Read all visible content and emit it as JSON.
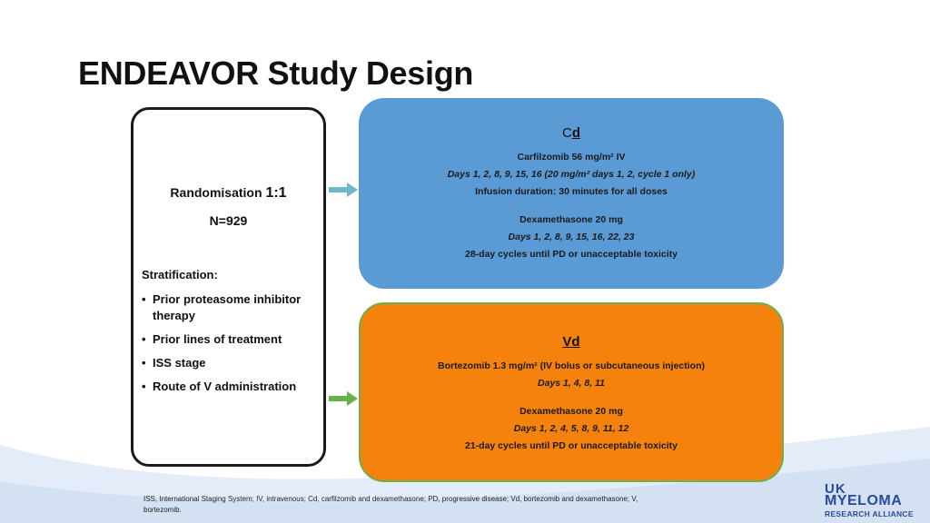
{
  "slide": {
    "title": "ENDEAVOR Study Design"
  },
  "randomisation": {
    "label": "Randomisation",
    "ratio": "1:1",
    "n": "N=929",
    "stratification_label": "Stratification:",
    "stratification_items": [
      "Prior proteasome inhibitor therapy",
      "Prior lines of treatment",
      "ISS stage",
      "Route of V administration"
    ],
    "bullet": "•"
  },
  "arm_cd": {
    "name_prefix": "C",
    "name_suffix": "d",
    "color": "#5b9bd5",
    "lines": [
      "Carfilzomib 56 mg/m² IV",
      "Days 1, 2, 8, 9, 15, 16 (20 mg/m² days 1, 2, cycle 1 only)",
      "Infusion duration: 30 minutes for all doses",
      "Dexamethasone 20 mg",
      "Days 1, 2, 8, 9, 15, 16, 22, 23",
      "28-day cycles until PD or unacceptable toxicity"
    ]
  },
  "arm_vd": {
    "name": "Vd",
    "color": "#f5820d",
    "border_color": "#6ab04c",
    "lines": [
      "Bortezomib 1.3 mg/m² (IV bolus or subcutaneous injection)",
      "Days 1, 4, 8, 11",
      "Dexamethasone 20 mg",
      "Days 1, 2, 4, 5, 8, 9, 11, 12",
      "21-day cycles until PD or unacceptable toxicity"
    ]
  },
  "arrows": {
    "cd_color": "#6fb7c9",
    "vd_color": "#6ab04c"
  },
  "footnote": "ISS, International Staging System; IV, intravenous; Cd, carfilzomib and dexamethasone; PD, progressive disease; Vd, bortezomib and dexamethasone; V, bortezomib.",
  "logo": {
    "line1": "UK",
    "line2_a": "MY",
    "line2_b": "ELOMA",
    "line3": "RESEARCH ALLIANCE"
  }
}
